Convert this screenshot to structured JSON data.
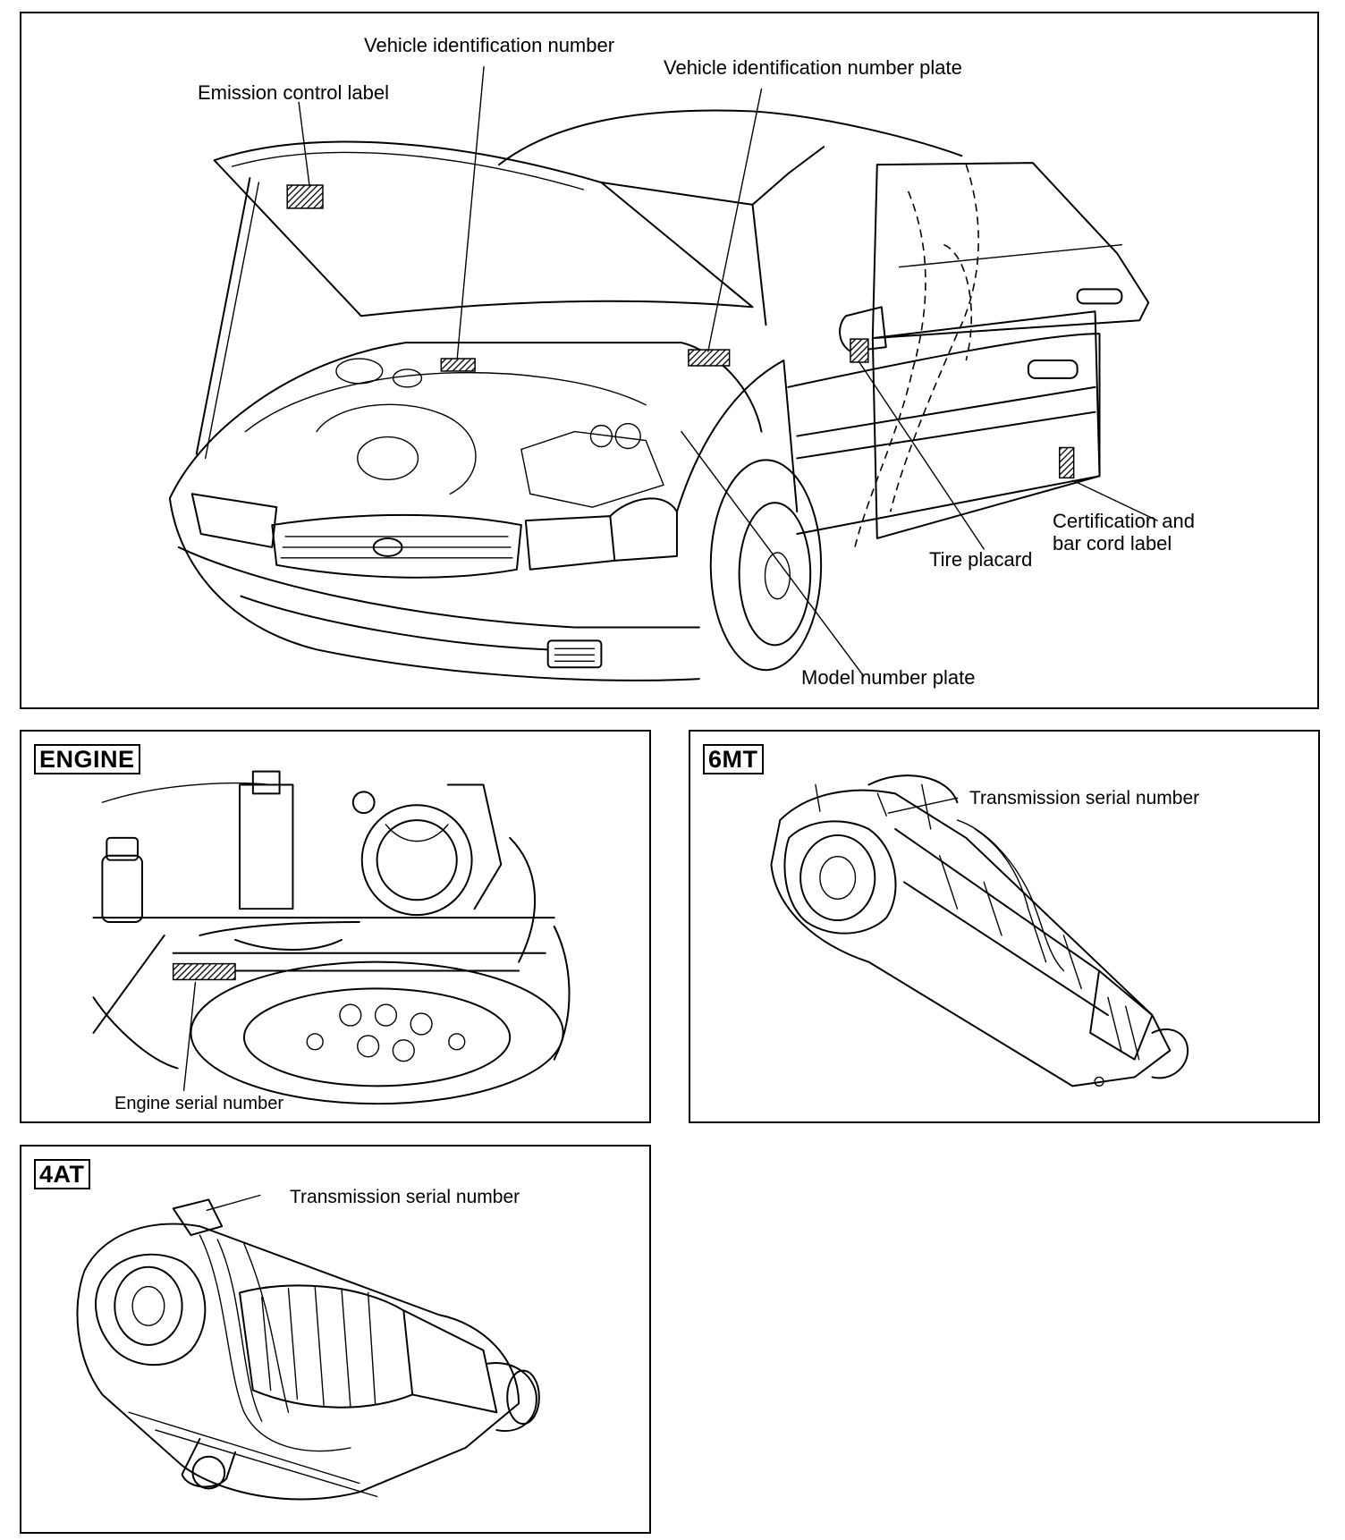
{
  "vehicle_panel": {
    "labels": {
      "vin": "Vehicle identification number",
      "vin_plate": "Vehicle identification number plate",
      "emission": "Emission control label",
      "certification_line1": "Certification and",
      "certification_line2": "bar cord label",
      "tire": "Tire placard",
      "model_plate": "Model number plate"
    }
  },
  "engine_panel": {
    "tag": "ENGINE",
    "label": "Engine serial number"
  },
  "mt_panel": {
    "tag": "6MT",
    "label": "Transmission serial number"
  },
  "at_panel": {
    "tag": "4AT",
    "label": "Transmission serial number"
  }
}
